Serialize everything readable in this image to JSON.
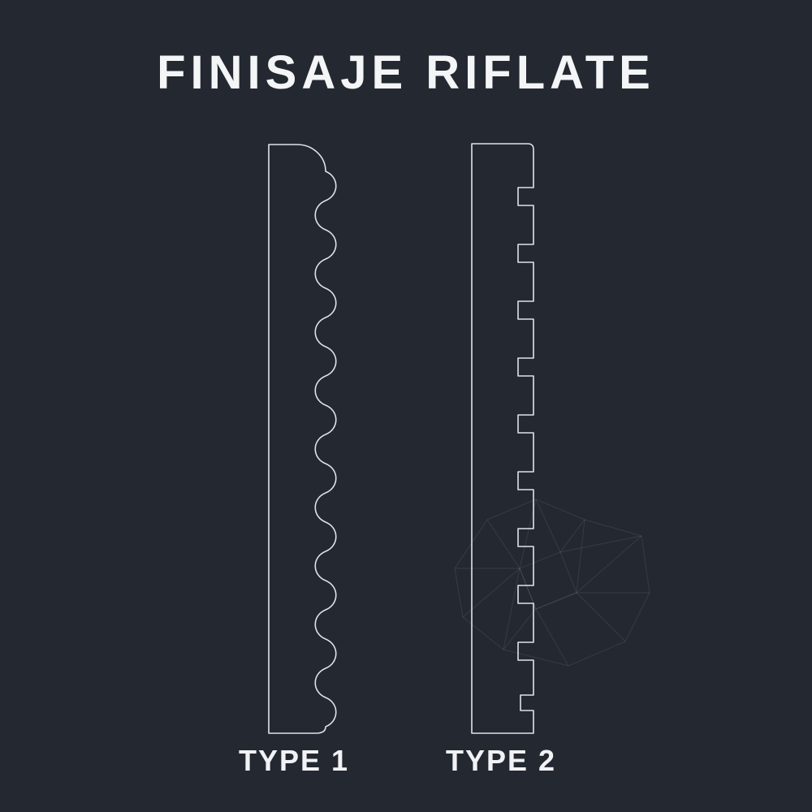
{
  "title": "FINISAJE RIFLATE",
  "profiles": [
    {
      "label": "TYPE 1",
      "description": "wavy fluted panel cross-section"
    },
    {
      "label": "TYPE 2",
      "description": "stepped fluted panel cross-section"
    }
  ],
  "colors": {
    "background": "#232831",
    "line": "#dfe3e8",
    "text": "#f4f5f7",
    "watermark": "rgba(255,255,255,0.08)"
  },
  "icons": {
    "watermark": "low-poly-crystal-logo-icon"
  }
}
